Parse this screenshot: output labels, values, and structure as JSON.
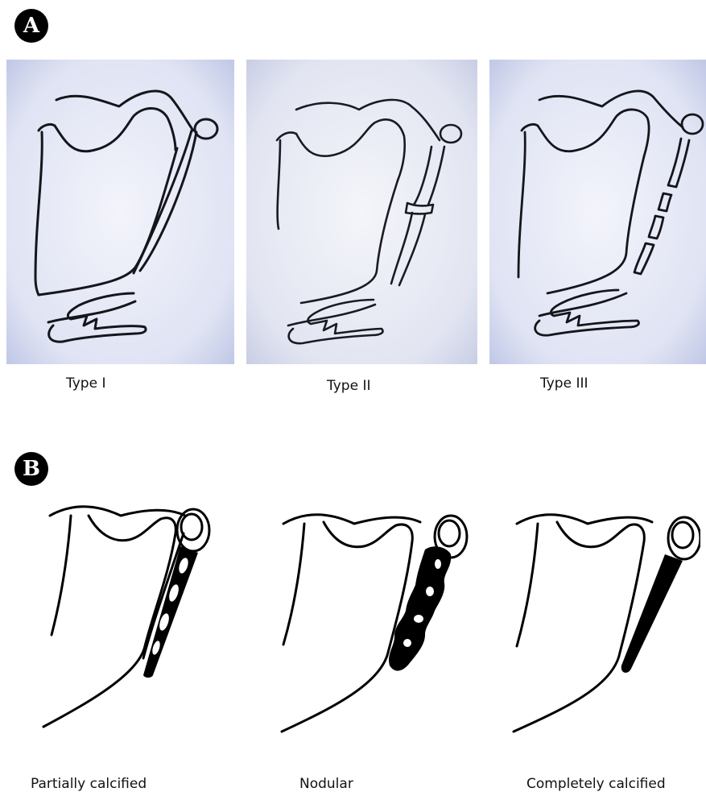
{
  "section_a": {
    "badge": "A",
    "captions": [
      "Type I",
      "Type II",
      "Type III"
    ]
  },
  "section_b": {
    "badge": "B",
    "captions": [
      "Partially calcified",
      "Nodular",
      "Completely calcified"
    ]
  },
  "colors": {
    "sketch_paper": "#dfe3f3",
    "sketch_ink": "#15151c",
    "schematic_ink": "#000000",
    "background": "#ffffff"
  }
}
